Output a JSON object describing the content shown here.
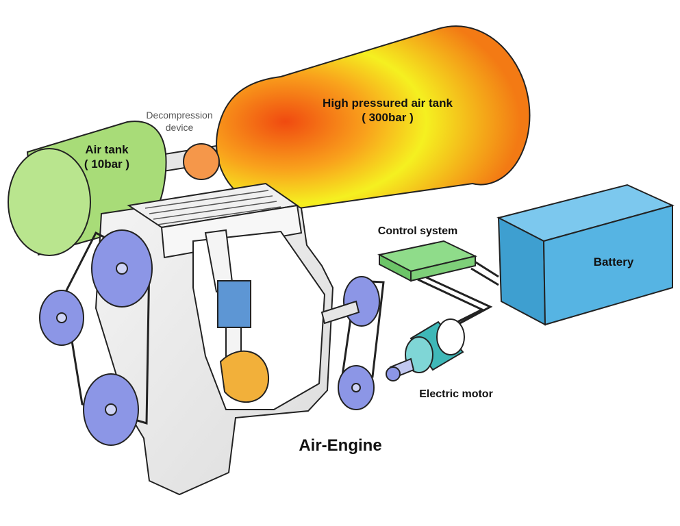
{
  "labels": {
    "high_tank": {
      "name": "High pressured air tank",
      "pressure": "( 300bar )"
    },
    "air_tank": {
      "name": "Air tank",
      "pressure": "( 10bar )"
    },
    "decompression": {
      "line1": "Decompression",
      "line2": "device"
    },
    "control_system": "Control system",
    "battery": "Battery",
    "electric_motor": "Electric motor",
    "engine": "Air-Engine"
  },
  "colors": {
    "air_tank": "#a8dc78",
    "decompression_device": "#f5974a",
    "high_tank_core": "#f04a10",
    "high_tank_edge": "#f5f020",
    "control_system": "#8fdc8a",
    "battery": "#56b4e3",
    "motor": "#3fb8b8",
    "pulleys": "#8c96e6",
    "piston": "#5d96d4",
    "crank": "#f2b03a",
    "engine": "#e6e6e6"
  }
}
